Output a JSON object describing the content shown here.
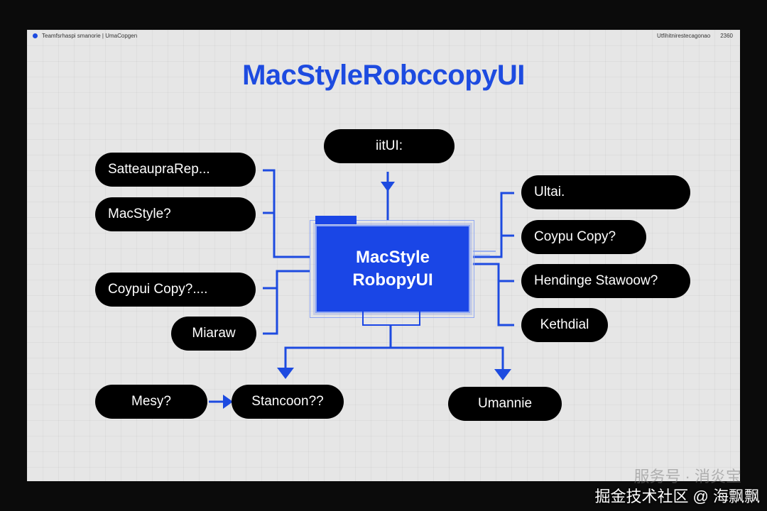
{
  "header": {
    "left_text": "Teamfsrhaspi smanorie | UmaCopgen",
    "right_text_1": "Utfihitnirestecagonao",
    "right_text_2": "2360"
  },
  "title": "MacStyleRobccopyUI",
  "center": {
    "line1": "MacStyle",
    "line2": "RobopyUI"
  },
  "top_node": "iitUI:",
  "left_nodes": [
    "SatteaupraRep...",
    "MacStyle?",
    "Coypui Copy?....",
    "Miaraw"
  ],
  "right_nodes": [
    "Ultai.",
    "Coypu Copy?",
    "Hendinge Stawoow?",
    "Kethdial"
  ],
  "bottom_nodes": {
    "left": "Mesy?",
    "middle": "Stancoon??",
    "right": "Umannie"
  },
  "watermark": {
    "faint": "服务号 · 消炎宝",
    "main": "掘金技术社区 @ 海飘飘"
  },
  "colors": {
    "accent": "#1d4be0",
    "node_bg": "#000000",
    "background": "#e6e6e6"
  }
}
